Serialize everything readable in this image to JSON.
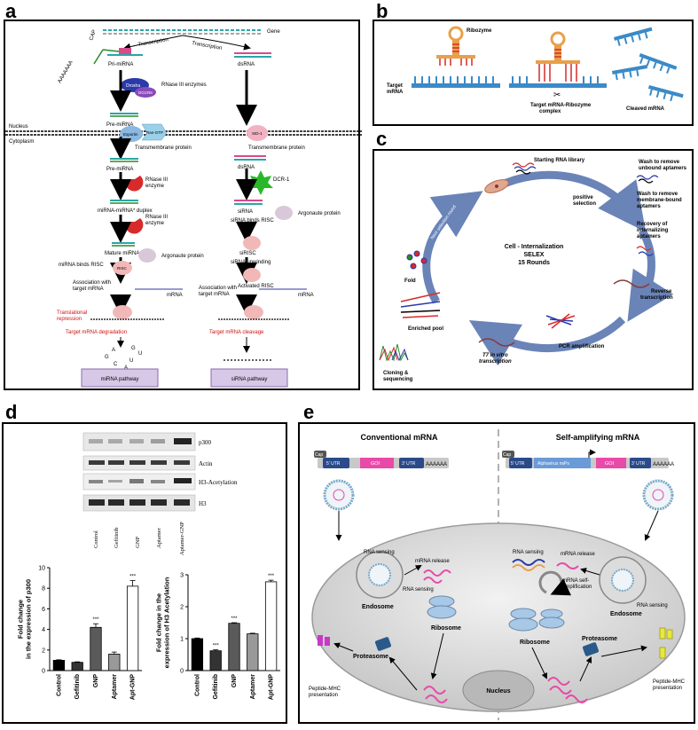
{
  "panels": {
    "a": {
      "letter": "a",
      "gene": "Gene",
      "cap": "CAP",
      "polyA": "AAAAAAA",
      "transcription_left": "Transcription",
      "transcription_right": "Transcription",
      "pri_mirna": "Pri-miRNA",
      "dsrna_top": "dsRNA",
      "drosha": "Drosha",
      "dgcr8": "DGCR8",
      "rnase_iii_enzymes": "RNase III enzymes",
      "pre_mirna_nuc": "Pre-miRNA",
      "nucleus": "Nucleus",
      "cytoplasm": "Cytoplasm",
      "exportin": "Exportin",
      "ran_gtp": "Ran-GTP",
      "transmembrane_left": "Transmembrane protein",
      "sid1": "SID-1",
      "transmembrane_right": "Transmembrane protein",
      "pre_mirna_cyto": "Pre-miRNA",
      "rnase_enzyme_1": "RNase III\nenzyme",
      "dsrna_cyto": "dsRNA",
      "dcr1": "DCR-1",
      "mirna_duplex": "miRNA-miRNA* duplex",
      "rnase_enzyme_2": "RNase III\nenzyme",
      "sirna": "siRNA",
      "sirna_binds_risc": "siRNA binds RISC",
      "argonaute_right": "Argonaute protein",
      "mature_mirna": "Mature miRNA",
      "sirisc": "siRISC",
      "mirna_binds_risc": "miRNA binds RISC",
      "argonaute_left": "Argonaute protein",
      "sirna_unwinding": "siRNA unwinding",
      "risc": "RISC",
      "activated_risc": "Activated RISC",
      "association_left": "Association with\ntarget mRNA",
      "mrna_left": "mRNA",
      "association_right": "Association with\ntarget mRNA",
      "mrna_right": "mRNA",
      "translational_repression": "Translational\nrepression",
      "target_degradation": "Target mRNA degradation",
      "target_cleavage": "Target mRNA cleavage",
      "nucleotides": [
        "A",
        "G",
        "G",
        "U",
        "C",
        "U",
        "A"
      ],
      "mirna_pathway": "miRNA pathway",
      "sirna_pathway": "siRNA pathway"
    },
    "b": {
      "letter": "b",
      "ribozyme": "Ribozyme",
      "target_mrna": "Target\nmRNA",
      "complex": "Target mRNA-Ribozyme\ncomplex",
      "cleaved": "Cleaved mRNA"
    },
    "c": {
      "letter": "c",
      "center_title": "Cell - Internalization\nSELEX\n15 Rounds",
      "starting_library": "Starting RNA library",
      "positive_selection": "positive\nselection",
      "wash_unbound": "Wash to remove\nunbound aptamers",
      "wash_membrane": "Wash to remove\nmembrane-bound\naptamers",
      "recovery": "Recovery of\ninternalizing\naptamers",
      "reverse_transcription": "Reverse\ntranscription",
      "pcr": "PCR amplification",
      "t7": "T7 in vitro\ntranscription",
      "enriched": "Enriched pool",
      "fold": "Fold",
      "cloning": "Cloning &\nsequencing",
      "next_round": "Next selection round"
    },
    "d": {
      "letter": "d",
      "blot_rows": [
        "p300",
        "Actin",
        "H3-Acetylation",
        "H3"
      ],
      "blot_lanes": [
        "Control",
        "Gefitinib",
        "GNP",
        "Aptamer",
        "Aptamer-GNP"
      ],
      "significance": "***"
    },
    "e": {
      "letter": "e",
      "conv_title": "Conventional mRNA",
      "self_title": "Self-amplifying mRNA",
      "cap": "Cap",
      "utr5": "5' UTR",
      "goi": "GOI",
      "utr3": "3' UTR",
      "polyA": "AAAAAA",
      "alphavirus": "Alphavirus nsPs",
      "rna_sensing_left": "RNA sensing",
      "endosome_left": "Endosome",
      "mrna_release_left": "mRNA release",
      "rna_sensing_left2": "RNA sensing",
      "ribosome_left": "Ribosome",
      "proteasome_left": "Proteasome",
      "peptide_left": "Peptide-MHC\npresentation",
      "nucleus": "Nucleus",
      "rna_sensing_right_top": "RNA sensing",
      "mrna_release_right": "mRNA release",
      "self_amp": "mRNA self-\namplification",
      "rna_sensing_right": "RNA sensing",
      "endosome_right": "Endosome",
      "ribosome_right": "Ribosome",
      "proteasome_right": "Proteasome",
      "peptide_right": "Peptide-MHC\npresentation"
    }
  },
  "chart_data": [
    {
      "type": "bar",
      "ylabel": "Fold change\nin the expression of p300",
      "categories": [
        "Control",
        "Gefitinib",
        "GNP",
        "Aptamer",
        "Apt-GNP"
      ],
      "values": [
        1.0,
        0.8,
        4.2,
        1.6,
        8.2
      ],
      "errors": [
        0.05,
        0.05,
        0.35,
        0.2,
        0.55
      ],
      "significance": [
        "",
        "",
        "***",
        "",
        "***"
      ],
      "colors": [
        "#000000",
        "#333333",
        "#5a5a5a",
        "#999999",
        "#ffffff"
      ],
      "ylim": [
        0,
        10
      ],
      "yticks": [
        0,
        2,
        4,
        6,
        8,
        10
      ]
    },
    {
      "type": "bar",
      "ylabel": "Fold change in the\nexpression of H3 Acetylation",
      "categories": [
        "Control",
        "Gefitinib",
        "GNP",
        "Aptamer",
        "Apt-GNP"
      ],
      "values": [
        1.0,
        0.62,
        1.48,
        1.15,
        2.78
      ],
      "errors": [
        0.02,
        0.03,
        0.02,
        0.02,
        0.05
      ],
      "significance": [
        "",
        "***",
        "***",
        "",
        "***"
      ],
      "colors": [
        "#000000",
        "#333333",
        "#5a5a5a",
        "#999999",
        "#ffffff"
      ],
      "ylim": [
        0,
        3
      ],
      "yticks": [
        0,
        1,
        2,
        3
      ]
    }
  ]
}
